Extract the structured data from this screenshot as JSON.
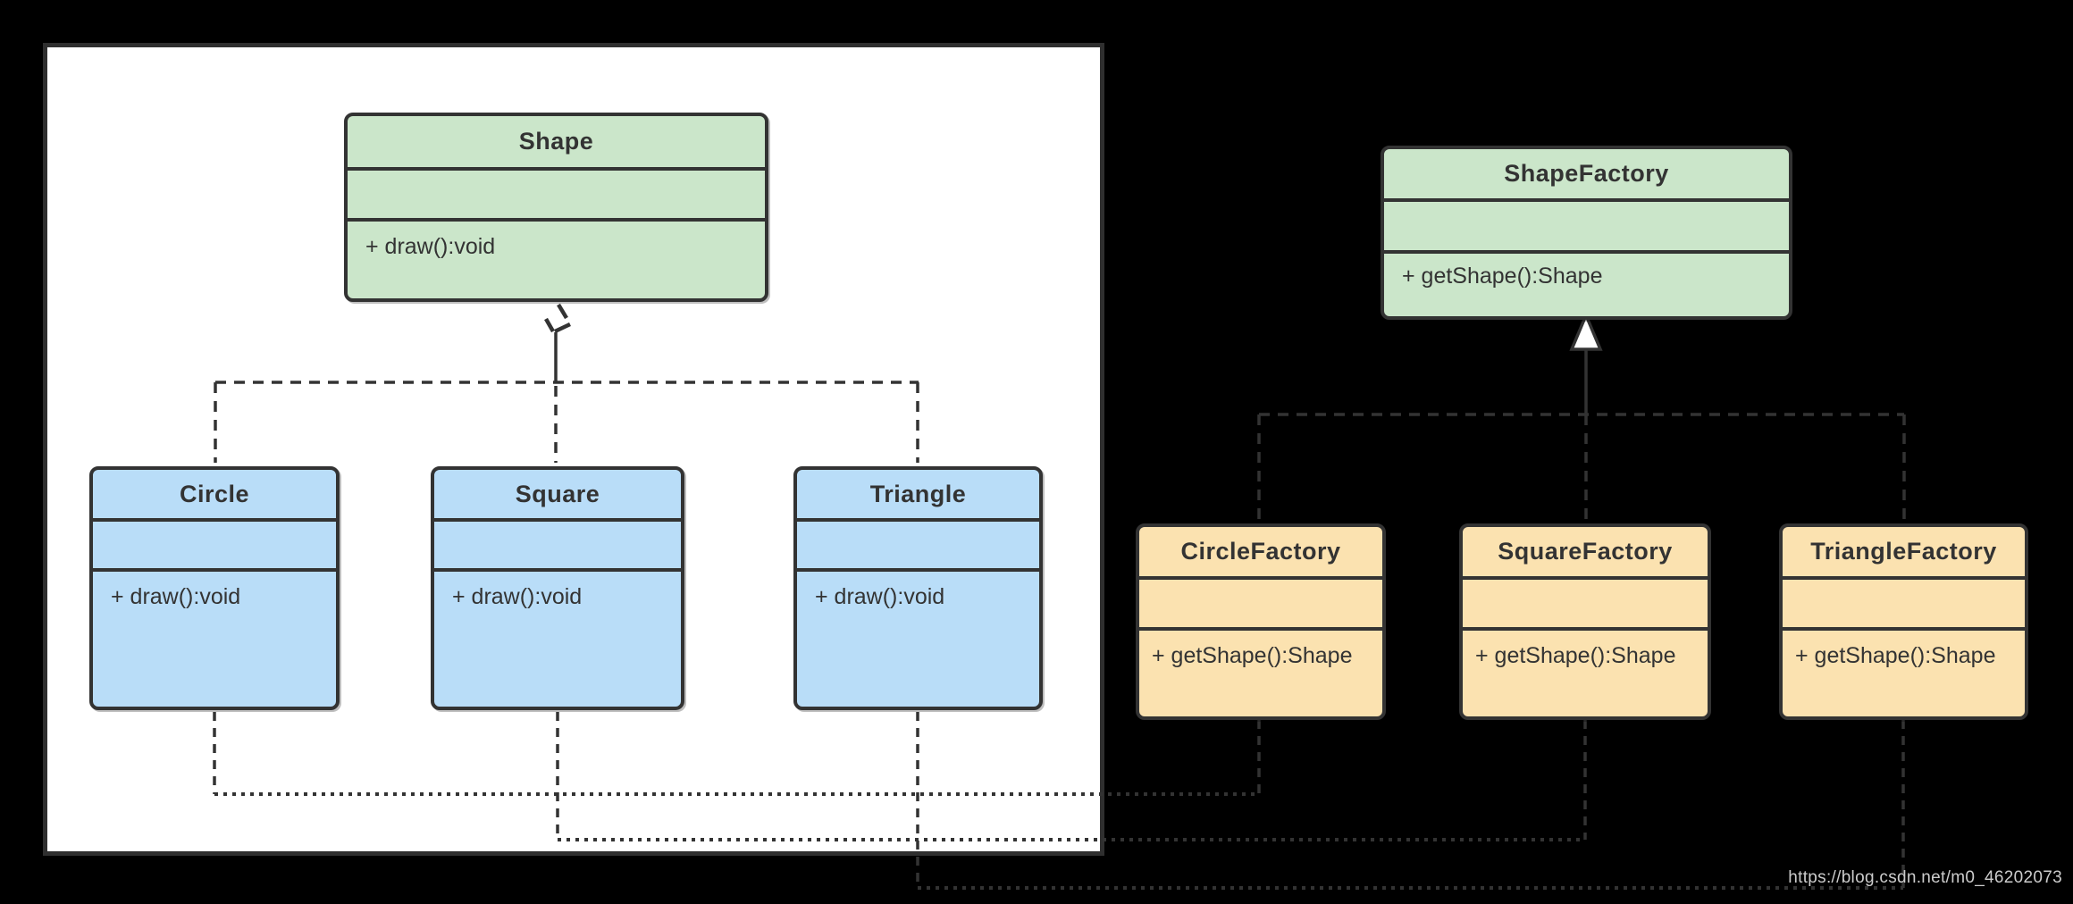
{
  "palette": {
    "canvas_bg": "#000000",
    "panel_bg": "#ffffff",
    "stroke": "#333333",
    "interface_fill": "#cbe6ca",
    "shape_class_fill": "#b9ddf8",
    "factory_class_fill": "#fbe2b0",
    "watermark_color": "#cccccc"
  },
  "diagram": {
    "classes": [
      {
        "name": "Shape",
        "method": "+ draw():void"
      },
      {
        "name": "Circle",
        "method": "+ draw():void"
      },
      {
        "name": "Square",
        "method": "+ draw():void"
      },
      {
        "name": "Triangle",
        "method": "+ draw():void"
      },
      {
        "name": "ShapeFactory",
        "method": "+ getShape():Shape"
      },
      {
        "name": "CircleFactory",
        "method": "+ getShape():Shape"
      },
      {
        "name": "SquareFactory",
        "method": "+ getShape():Shape"
      },
      {
        "name": "TriangleFactory",
        "method": "+ getShape():Shape"
      }
    ],
    "relationships": [
      {
        "from": "Circle",
        "to": "Shape",
        "type": "realization"
      },
      {
        "from": "Square",
        "to": "Shape",
        "type": "realization"
      },
      {
        "from": "Triangle",
        "to": "Shape",
        "type": "realization"
      },
      {
        "from": "CircleFactory",
        "to": "ShapeFactory",
        "type": "realization"
      },
      {
        "from": "SquareFactory",
        "to": "ShapeFactory",
        "type": "realization"
      },
      {
        "from": "TriangleFactory",
        "to": "ShapeFactory",
        "type": "realization"
      },
      {
        "from": "CircleFactory",
        "to": "Circle",
        "type": "dependency"
      },
      {
        "from": "SquareFactory",
        "to": "Square",
        "type": "dependency"
      },
      {
        "from": "TriangleFactory",
        "to": "Triangle",
        "type": "dependency"
      }
    ]
  },
  "watermark": {
    "text": "https://blog.csdn.net/m0_46202073"
  }
}
